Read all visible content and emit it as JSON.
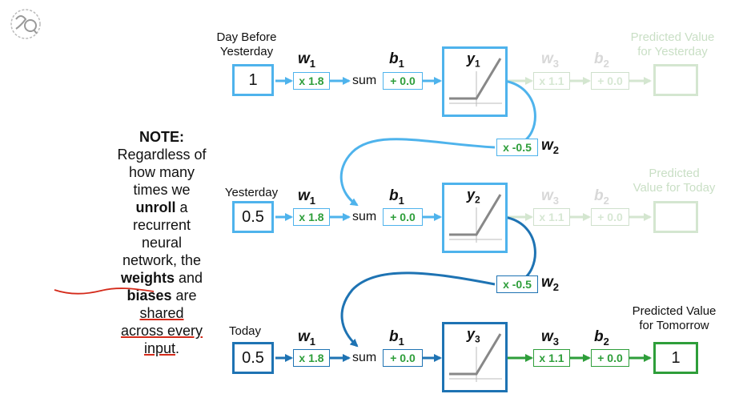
{
  "colors": {
    "light_blue": "#4eb3ec",
    "dark_blue": "#1e73b3",
    "green": "#2e9e3a",
    "faded_green": "#cfe0cc",
    "annotation_red": "#d42a1a"
  },
  "icons": {
    "logo": "statquest-logo-icon"
  },
  "note": {
    "p1_bold": "NOTE:",
    "p1": " Regardless of how many times we ",
    "p2_bold": "unroll",
    "p2": " a recurrent neural network, the ",
    "p3_bold": "weights",
    "p3": " and ",
    "p4_bold": "biases",
    "p4": " are ",
    "p5_underlined": "shared across every input",
    "p5": "."
  },
  "rows": [
    {
      "input_label_line1": "Day Before",
      "input_label_line2": "Yesterday",
      "input_value": "1",
      "w1": "x 1.8",
      "w1_label": "w",
      "w1_sub": "1",
      "sum": "sum",
      "b1": "+ 0.0",
      "b1_label": "b",
      "b1_sub": "1",
      "y_label": "y",
      "y_sub": "1",
      "w3": "x 1.1",
      "w3_label": "w",
      "w3_sub": "3",
      "b2": "+ 0.0",
      "b2_label": "b",
      "b2_sub": "2",
      "output_label_line1": "Predicted Value",
      "output_label_line2": "for Yesterday",
      "output_value": ""
    },
    {
      "input_label_line1": "Yesterday",
      "input_label_line2": "",
      "input_value": "0.5",
      "w1": "x 1.8",
      "w1_label": "w",
      "w1_sub": "1",
      "sum": "sum",
      "b1": "+ 0.0",
      "b1_label": "b",
      "b1_sub": "1",
      "y_label": "y",
      "y_sub": "2",
      "w3": "x 1.1",
      "w3_label": "w",
      "w3_sub": "3",
      "b2": "+ 0.0",
      "b2_label": "b",
      "b2_sub": "2",
      "output_label_line1": "Predicted",
      "output_label_line2": "Value for Today",
      "output_value": ""
    },
    {
      "input_label_line1": "Today",
      "input_label_line2": "",
      "input_value": "0.5",
      "w1": "x 1.8",
      "w1_label": "w",
      "w1_sub": "1",
      "sum": "sum",
      "b1": "+ 0.0",
      "b1_label": "b",
      "b1_sub": "1",
      "y_label": "y",
      "y_sub": "3",
      "w3": "x 1.1",
      "w3_label": "w",
      "w3_sub": "3",
      "b2": "+ 0.0",
      "b2_label": "b",
      "b2_sub": "2",
      "output_label_line1": "Predicted Value",
      "output_label_line2": "for Tomorrow",
      "output_value": "1"
    }
  ],
  "feedback": [
    {
      "w2": "x -0.5",
      "w2_label": "w",
      "w2_sub": "2"
    },
    {
      "w2": "x -0.5",
      "w2_label": "w",
      "w2_sub": "2"
    }
  ]
}
